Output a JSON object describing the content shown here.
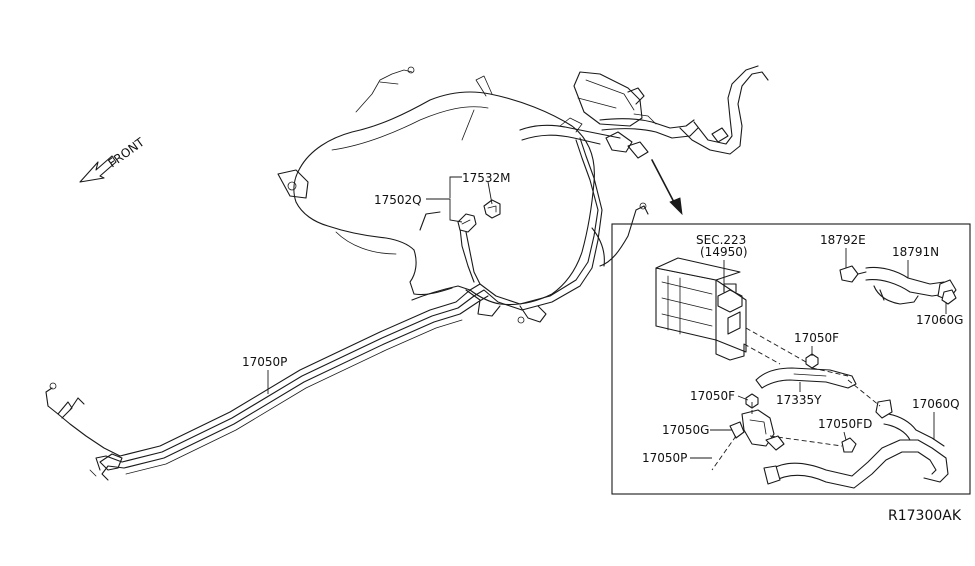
{
  "front_label": "FRONT",
  "callouts": {
    "p17532M": "17532M",
    "p17502Q": "17502Q",
    "p17050P_main": "17050P",
    "sec223": "SEC.223",
    "sec223_sub": "(14950)",
    "p18792E": "18792E",
    "p18791N": "18791N",
    "p17060G": "17060G",
    "p17050F_top": "17050F",
    "p17050F_mid": "17050F",
    "p17335Y": "17335Y",
    "p17060Q": "17060Q",
    "p17050G": "17050G",
    "p17050FD": "17050FD",
    "p17050P_inset": "17050P"
  },
  "reference_code": "R17300AK"
}
